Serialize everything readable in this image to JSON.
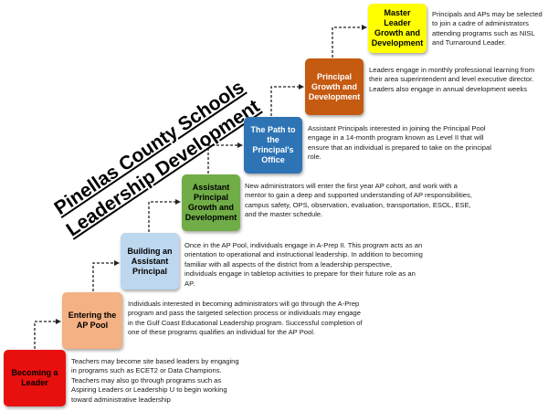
{
  "title": {
    "line1": "Pinellas County Schools",
    "line2": "Leadership Development"
  },
  "colors": {
    "connector": "#222222"
  },
  "steps": [
    {
      "label": "Becoming a Leader",
      "color": "#e8100e",
      "text_color": "#000000",
      "description": "Teachers may become site based leaders by engaging in programs such as ECET2 or Data Champions. Teachers may also go through programs such as Aspiring Leaders or Leadership U to begin working toward administrative leadership"
    },
    {
      "label": "Entering the AP Pool",
      "color": "#f4b183",
      "text_color": "#000000",
      "description": "Individuals interested in becoming administrators will go through the A-Prep program and pass the targeted selection process or individuals may engage in the Gulf Coast Educational Leadership program. Successful completion of one of these programs qualifies an individual for the AP Pool."
    },
    {
      "label": "Building an Assistant Principal",
      "color": "#bdd7ee",
      "text_color": "#000000",
      "description": "Once in the AP Pool, individuals engage in A-Prep II. This program acts as an orientation to operational and instructional leadership. In addition to becoming familiar with all aspects of the district from a leadership perspective, individuals engage in tabletop activities to prepare for their future role as an AP."
    },
    {
      "label": "Assistant Principal Growth and Development",
      "color": "#70ad47",
      "text_color": "#000000",
      "description": "New administrators will enter the first year AP cohort, and work with a mentor to gain a deep and supported understanding of AP responsibilities, campus safety, OPS, observation, evaluation, transportation, ESOL, ESE, and the master schedule."
    },
    {
      "label": "The Path to the Principal's Office",
      "color": "#2e74b5",
      "text_color": "#ffffff",
      "description": "Assistant Principals interested in joining the Principal Pool engage in a 14-month program known as Level II that will ensure that an individual is prepared to take on the principal role."
    },
    {
      "label": "Principal Growth and Development",
      "color": "#c55a11",
      "text_color": "#ffffff",
      "description": "Leaders engage in monthly professional learning from their area superintendent and level executive director. Leaders also engage in annual development weeks"
    },
    {
      "label": "Master Leader Growth and Development",
      "color": "#ffff00",
      "text_color": "#000000",
      "description": "Principals and APs may be selected to join a cadre of administrators attending programs such as NISL and Turnaround Leader."
    }
  ]
}
